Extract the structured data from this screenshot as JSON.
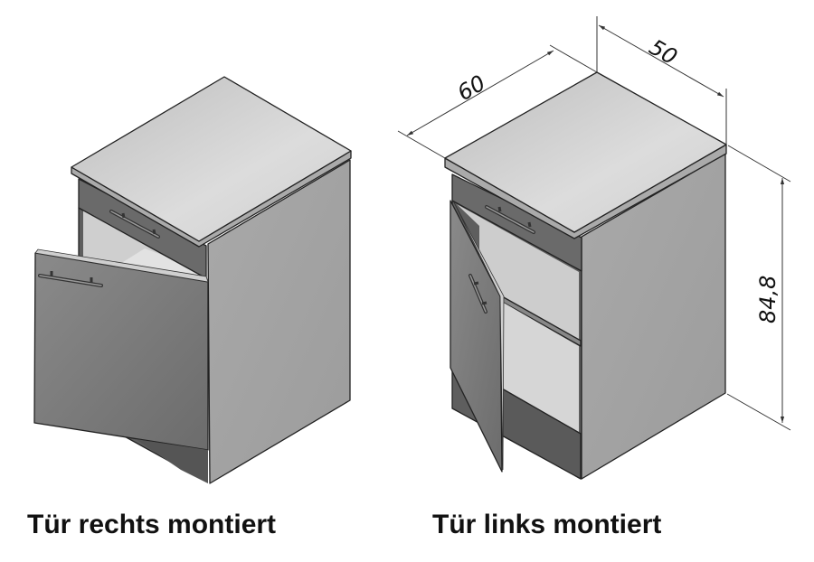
{
  "dimensions": {
    "width_label": "60",
    "depth_label": "50",
    "height_label": "84,8"
  },
  "captions": {
    "left": "Tür rechts montiert",
    "right": "Tür links montiert"
  },
  "colors": {
    "countertop": "#d4d4d4",
    "side_panel": "#a6a6a6",
    "door": "#7a7a7a",
    "drawer": "#6a6a6a",
    "interior": "#c8c8c8"
  }
}
